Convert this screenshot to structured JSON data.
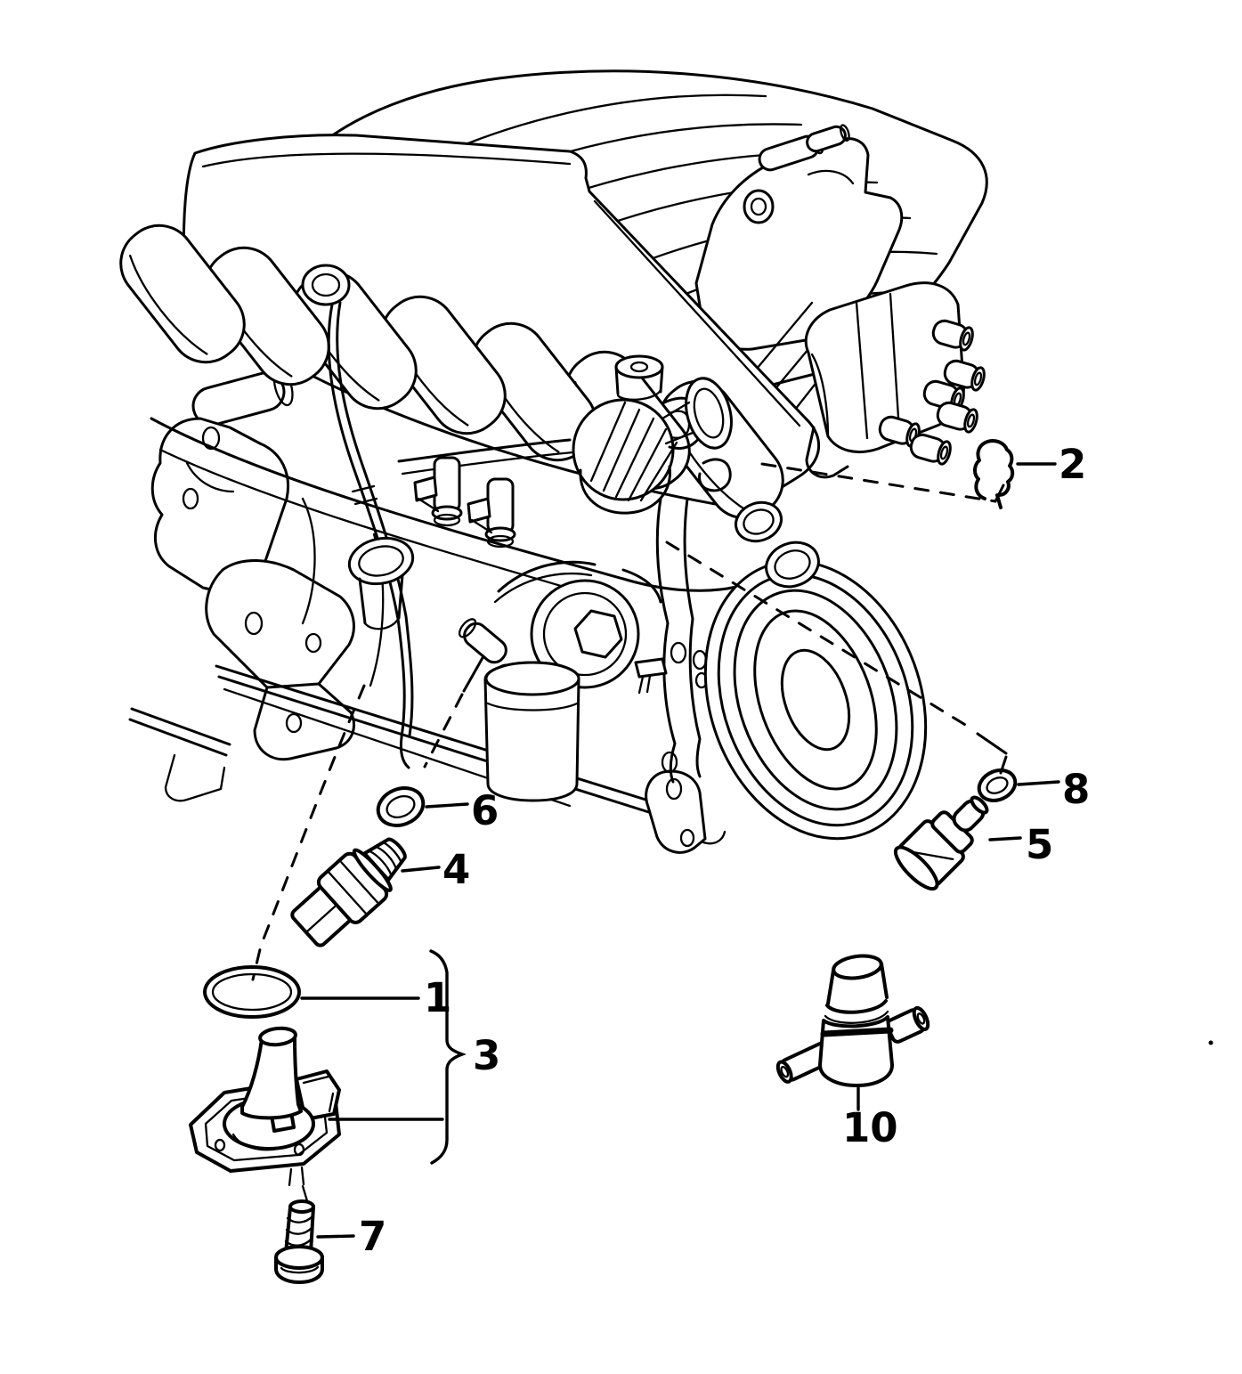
{
  "figure": {
    "background_color": "#ffffff",
    "line_color": "#000000"
  },
  "callouts": [
    {
      "label": "1"
    },
    {
      "label": "2"
    },
    {
      "label": "3"
    },
    {
      "label": "4"
    },
    {
      "label": "5"
    },
    {
      "label": "6"
    },
    {
      "label": "7"
    },
    {
      "label": "8"
    },
    {
      "label": "10"
    }
  ]
}
